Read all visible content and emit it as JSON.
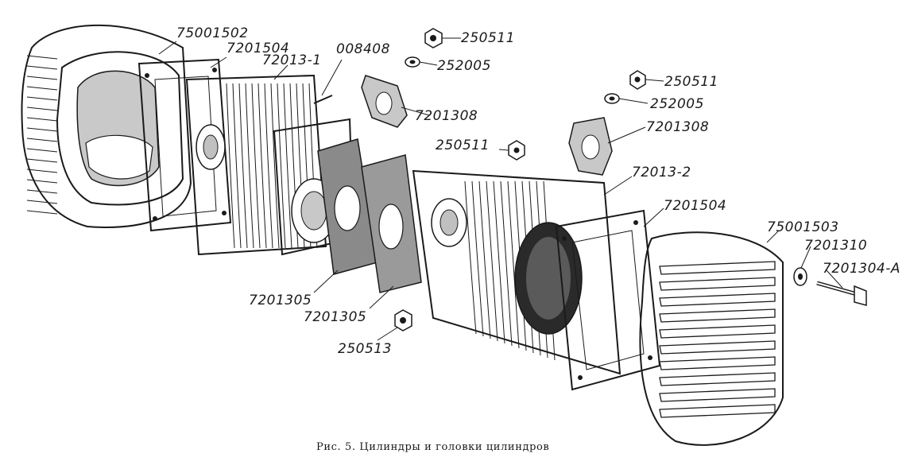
{
  "caption": "Рис. 5. Цилиндры и головки цилиндров",
  "parts": {
    "head_cover_left": "75001502",
    "gasket_left": "7201504",
    "cylinder_left": "72013-1",
    "stud": "008408",
    "nut_top": "250511",
    "washer_top": "252005",
    "flange_gasket_left": "7201308",
    "nut_mid_right": "250511",
    "washer_mid_right": "252005",
    "flange_gasket_right": "7201308",
    "nut_center": "250511",
    "cylinder_right": "72013-2",
    "gasket_right": "7201504",
    "head_cover_right": "75001503",
    "washer_bolt": "7201310",
    "bolt": "7201304-A",
    "base_gasket_1": "7201305",
    "base_gasket_2": "7201305",
    "nut_bottom": "250513"
  }
}
